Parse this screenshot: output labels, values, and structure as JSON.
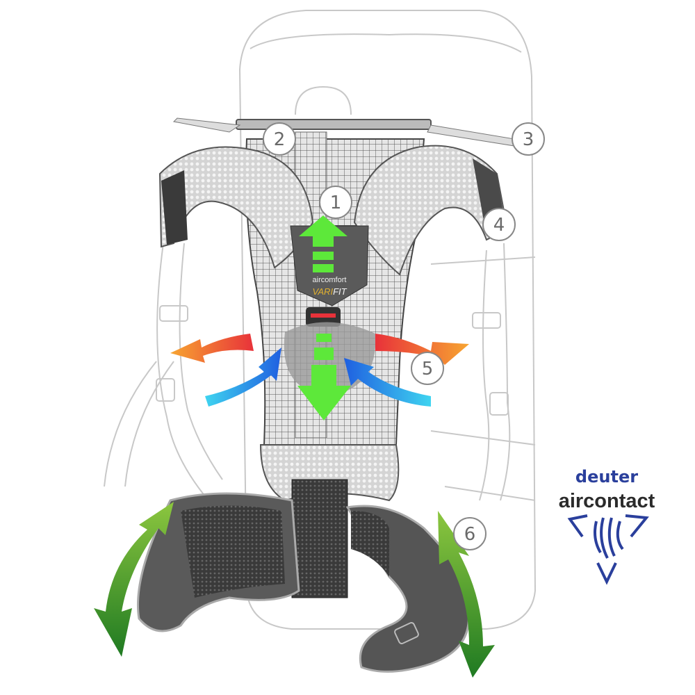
{
  "diagram": {
    "callouts": [
      {
        "id": "1",
        "label": "1"
      },
      {
        "id": "2",
        "label": "2"
      },
      {
        "id": "3",
        "label": "3"
      },
      {
        "id": "4",
        "label": "4"
      },
      {
        "id": "5",
        "label": "5"
      },
      {
        "id": "6",
        "label": "6"
      }
    ],
    "badge": {
      "brand": "aircomfort",
      "vari": "VARI",
      "fit": "FIT"
    },
    "logo": {
      "brand": "deuter",
      "product": "aircontact"
    },
    "colors": {
      "airflow_green": "#5de83a",
      "adjust_green": "#3d9a1e",
      "warm_red": "#e8323a",
      "warm_orange": "#f7a531",
      "cool_blue": "#1f6fe0",
      "cool_cyan": "#3fd4f0",
      "logo_blue": "#2a3f9c",
      "outline_gray": "#c8c8c8"
    }
  }
}
